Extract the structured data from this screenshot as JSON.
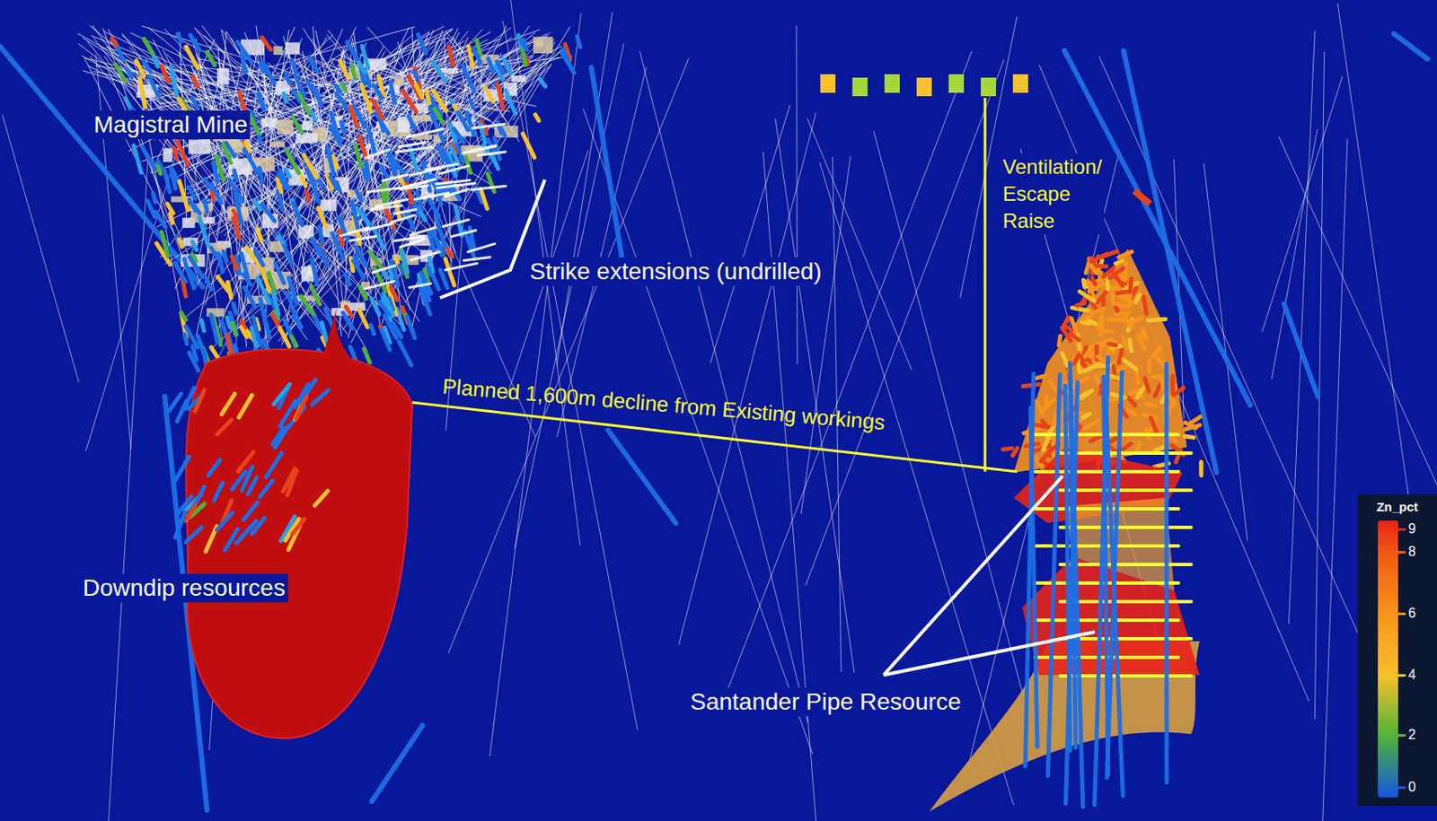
{
  "diagram": {
    "labels": [
      "Magistral Mine",
      "Strike extensions (undrilled)",
      "Ventilation/ Escape Raise",
      "Planned 1,600m decline from Existing workings",
      "Downdip resources",
      "Santander Pipe Resource",
      "Zn_pct"
    ],
    "legend": [
      {
        "text": "9",
        "color": "#e8231a"
      },
      {
        "text": "8",
        "color": "#f05a14"
      },
      {
        "text": "6",
        "color": "#f7941d"
      },
      {
        "text": "4",
        "color": "#f6c12b"
      },
      {
        "text": "2",
        "color": "#4fb23a"
      },
      {
        "text": "0",
        "color": "#1456e0"
      }
    ]
  }
}
